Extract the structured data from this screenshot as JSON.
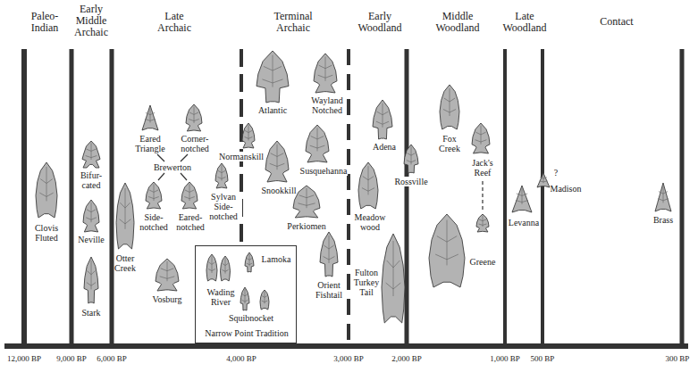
{
  "diagram": {
    "nodes": [
      {
        "text": [
          "Lamoka",
          "Wading River",
          "Squibnocket",
          "Narrow Point Tradition"
        ]
      }
    ],
    "labels": [
      "Paleo-Indian",
      "Early Middle Archaic",
      "Late Archaic",
      "Terminal Archaic",
      "Early Woodland",
      "Middle Woodland",
      "Late Woodland",
      "Contact",
      "Clovis Fluted",
      "Bifur- cated",
      "Neville",
      "Stark",
      "Otter Creek",
      "Eared Triangle",
      "Corner- notched",
      "Brewerton",
      "Side- notched",
      "Eared- notched",
      "Vosburg",
      "Sylvan Side- notched",
      "Normanskill",
      "Atlantic",
      "Snookkill",
      "Wayland Notched",
      "Susquehanna",
      "Perkiomen",
      "Orient Fishtail",
      "Adena",
      "Meadow wood",
      "Rossville",
      "Fulton Turkey Tail",
      "Fox Creek",
      "Greene",
      "Jack's Reef",
      "Levanna",
      "Madison",
      "?",
      "Brass",
      "12,000 BP",
      "9,000 BP",
      "6,000 BP",
      "4,000 BP",
      "3,000 BP",
      "2,000 BP",
      "1,000 BP",
      "500 BP",
      "300 BP"
    ]
  }
}
